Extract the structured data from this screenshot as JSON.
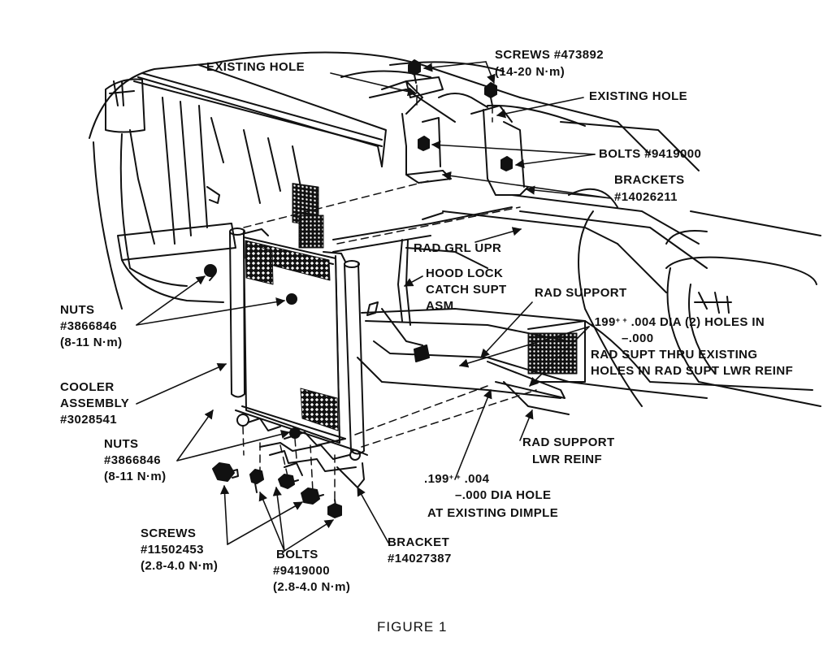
{
  "figure_caption": "FIGURE 1",
  "labels": {
    "existing_hole_top": "EXISTING HOLE",
    "screws_top": "SCREWS #473892",
    "screws_top_torque": "(14-20 N·m)",
    "existing_hole_right": "EXISTING HOLE",
    "bolts_top": "BOLTS #9419000",
    "brackets": "BRACKETS",
    "brackets_part": "#14026211",
    "rad_grl_upr": "RAD GRL UPR",
    "hood_lock_1": "HOOD LOCK",
    "hood_lock_2": "CATCH SUPT",
    "hood_lock_3": "ASM",
    "rad_support": "RAD SUPPORT",
    "dia_holes_value": ".199",
    "dia_holes_sup": "+ +",
    "dia_holes_rest": " .004 DIA (2) HOLES IN",
    "dia_holes_minus": "–.000",
    "rad_supt_thru_1": "RAD SUPT THRU EXISTING",
    "rad_supt_thru_2": "HOLES IN RAD SUPT LWR REINF",
    "nuts_top": "NUTS",
    "nuts_top_part": "#3866846",
    "nuts_top_torque": "(8-11 N·m)",
    "cooler_1": "COOLER",
    "cooler_2": "ASSEMBLY",
    "cooler_3": "#3028541",
    "nuts_bottom": "NUTS",
    "nuts_bottom_part": "#3866846",
    "nuts_bottom_torque": "(8-11 N·m)",
    "rad_support_lwr_1": "RAD SUPPORT",
    "rad_support_lwr_2": "LWR REINF",
    "dia_hole_value": ".199",
    "dia_hole_sup": "+ +",
    "dia_hole_rest": " .004",
    "dia_hole_minus": "–.000",
    "dia_hole_word": "DIA HOLE",
    "dia_hole_dimple": "AT EXISTING DIMPLE",
    "screws_bottom": "SCREWS",
    "screws_bottom_part": "#11502453",
    "screws_bottom_torque": "(2.8-4.0 N·m)",
    "bolts_bottom": "BOLTS",
    "bolts_bottom_part": "#9419000",
    "bolts_bottom_torque": "(2.8-4.0 N·m)",
    "bracket": "BRACKET",
    "bracket_part": "#14027387"
  },
  "colors": {
    "ink": "#111111",
    "paper": "#ffffff"
  }
}
